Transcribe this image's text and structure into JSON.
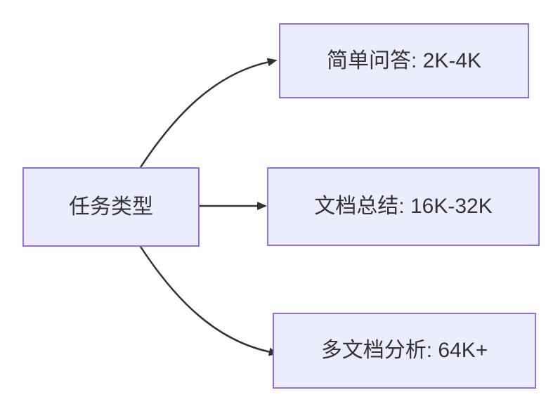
{
  "diagram": {
    "type": "flowchart",
    "direction": "left-to-right",
    "root": {
      "id": "task-type",
      "label": "任务类型"
    },
    "branches": [
      {
        "id": "simple-qa",
        "label": "简单问答: 2K-4K"
      },
      {
        "id": "doc-summary",
        "label": "文档总结: 16K-32K"
      },
      {
        "id": "multi-doc",
        "label": "多文档分析: 64K+"
      }
    ],
    "edges": [
      {
        "from": "任务类型",
        "to": "简单问答: 2K-4K",
        "style": "curved-up",
        "arrowhead": "solid-triangle"
      },
      {
        "from": "任务类型",
        "to": "文档总结: 16K-32K",
        "style": "straight",
        "arrowhead": "solid-triangle"
      },
      {
        "from": "任务类型",
        "to": "多文档分析: 64K+",
        "style": "curved-down",
        "arrowhead": "solid-triangle"
      }
    ],
    "colors": {
      "node_fill": "#ECECFF",
      "node_border": "#9370DB",
      "edge_stroke": "#333333",
      "text": "#333333",
      "background": "#FFFFFF"
    }
  }
}
